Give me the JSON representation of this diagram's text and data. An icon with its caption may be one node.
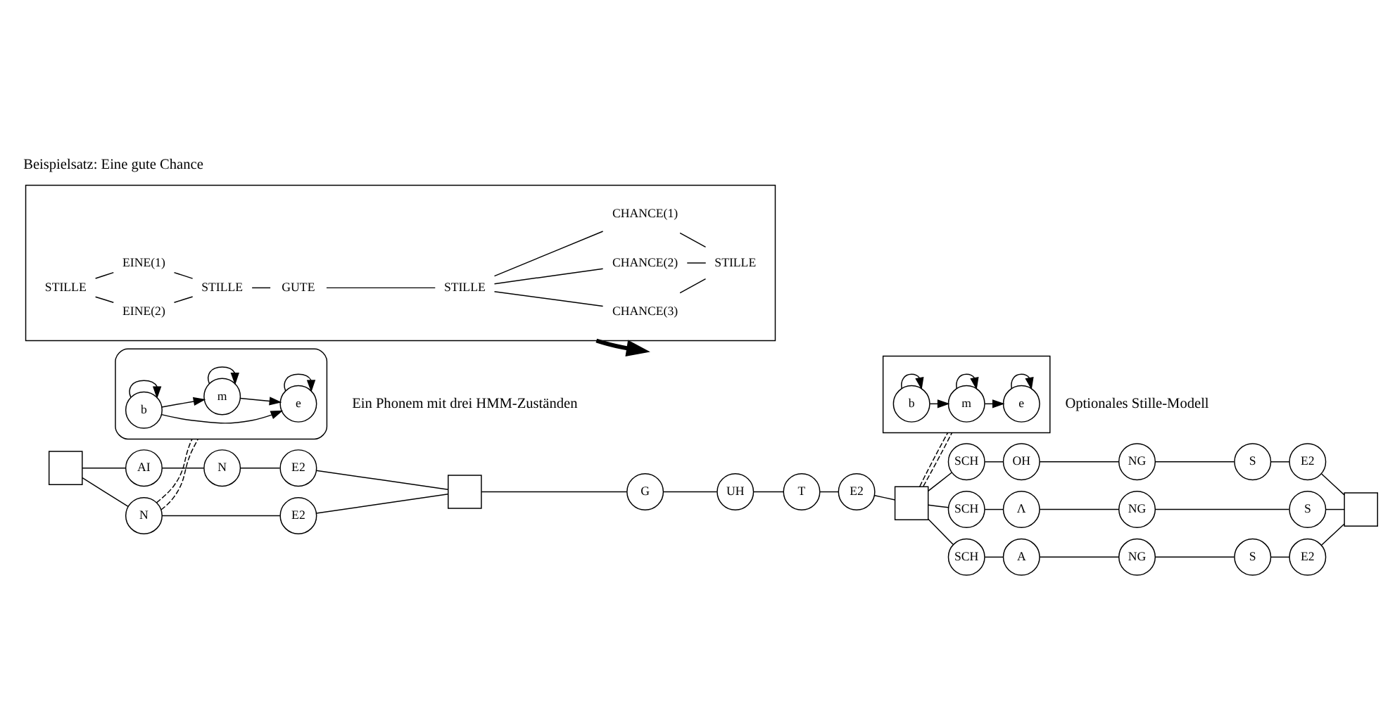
{
  "diagram": {
    "title": "Beispielsatz: Eine gute Chance",
    "nodes": [
      {
        "text": [],
        "shape": "box"
      },
      {
        "text": [
          "STILLE"
        ],
        "in": 0
      },
      {
        "text": [
          "EINE(1)"
        ],
        "in": 0
      },
      {
        "text": [
          "EINE(2)"
        ],
        "in": 0
      },
      {
        "text": [
          "STILLE"
        ],
        "in": 0
      },
      {
        "text": [
          "GUTE"
        ],
        "in": 0
      },
      {
        "text": [
          "STILLE"
        ],
        "in": 0
      },
      {
        "text": [
          "CHANCE(1)"
        ],
        "in": 0
      },
      {
        "text": [
          "CHANCE(2)"
        ],
        "in": 0
      },
      {
        "text": [
          "CHANCE(3)"
        ],
        "in": 0
      },
      {
        "text": [
          "STILLE"
        ],
        "in": 0
      },
      {
        "text": [],
        "shape": "box"
      },
      {
        "text": [
          "AI"
        ]
      },
      {
        "text": [
          "N"
        ]
      },
      {
        "text": [
          "E2"
        ]
      },
      {
        "text": [
          "N"
        ]
      },
      {
        "text": [
          "E2"
        ]
      },
      {
        "text": [],
        "shape": "box"
      },
      {
        "text": [
          "G"
        ]
      },
      {
        "text": [
          "UH"
        ]
      },
      {
        "text": [
          "T"
        ]
      },
      {
        "text": [
          "E2"
        ]
      },
      {
        "text": [],
        "shape": "box"
      },
      {
        "text": [
          "SCH"
        ]
      },
      {
        "text": [
          "OH"
        ]
      },
      {
        "text": [
          "NG"
        ]
      },
      {
        "text": [
          "S"
        ]
      },
      {
        "text": [
          "E2"
        ]
      },
      {
        "text": [
          "SCH"
        ]
      },
      {
        "text": [
          "Λ"
        ]
      },
      {
        "text": [
          "NG"
        ]
      },
      {
        "text": [
          "S"
        ]
      },
      {
        "text": [
          "SCH"
        ]
      },
      {
        "text": [
          "A"
        ]
      },
      {
        "text": [
          "NG"
        ]
      },
      {
        "text": [
          "S"
        ]
      },
      {
        "text": [
          "E2"
        ]
      },
      {
        "text": [],
        "shape": "box"
      },
      {
        "text": [],
        "shape": "box",
        "beside": [
          "Ein Phonem mit drei HMM-Zuständen"
        ]
      },
      {
        "text": [
          "b"
        ],
        "in": 38
      },
      {
        "text": [
          "m"
        ],
        "in": 38
      },
      {
        "text": [
          "e"
        ],
        "in": 38
      },
      {
        "text": [],
        "shape": "box",
        "beside": [
          "Optionales Stille-Modell"
        ]
      },
      {
        "text": [
          "b"
        ],
        "in": 42
      },
      {
        "text": [
          "m"
        ],
        "in": 42
      },
      {
        "text": [
          "e"
        ],
        "in": 42
      }
    ],
    "edges": [
      {
        "from": 1,
        "to": 2,
        "arrow": "none"
      },
      {
        "from": 1,
        "to": 3,
        "arrow": "none"
      },
      {
        "from": 2,
        "to": 4,
        "arrow": "none"
      },
      {
        "from": 3,
        "to": 4,
        "arrow": "none"
      },
      {
        "from": 4,
        "to": 5,
        "arrow": "none"
      },
      {
        "from": 5,
        "to": 6,
        "arrow": "none"
      },
      {
        "from": 6,
        "to": 7,
        "arrow": "none"
      },
      {
        "from": 6,
        "to": 8,
        "arrow": "none"
      },
      {
        "from": 6,
        "to": 9,
        "arrow": "none"
      },
      {
        "from": 7,
        "to": 10,
        "arrow": "none"
      },
      {
        "from": 8,
        "to": 10,
        "arrow": "none"
      },
      {
        "from": 9,
        "to": 10,
        "arrow": "none"
      },
      {
        "from": 0,
        "to": null,
        "arrow": "to",
        "style": "thick"
      },
      {
        "from": 11,
        "to": 12,
        "arrow": "none"
      },
      {
        "from": 12,
        "to": 13,
        "arrow": "none"
      },
      {
        "from": 13,
        "to": 14,
        "arrow": "none"
      },
      {
        "from": 14,
        "to": 17,
        "arrow": "none"
      },
      {
        "from": 11,
        "to": 15,
        "arrow": "none"
      },
      {
        "from": 15,
        "to": 16,
        "arrow": "none"
      },
      {
        "from": 16,
        "to": 17,
        "arrow": "none"
      },
      {
        "from": 17,
        "to": 18,
        "arrow": "none"
      },
      {
        "from": 18,
        "to": 19,
        "arrow": "none"
      },
      {
        "from": 19,
        "to": 20,
        "arrow": "none"
      },
      {
        "from": 20,
        "to": 21,
        "arrow": "none"
      },
      {
        "from": 21,
        "to": 22,
        "arrow": "none"
      },
      {
        "from": 22,
        "to": 23,
        "arrow": "none"
      },
      {
        "from": 23,
        "to": 24,
        "arrow": "none"
      },
      {
        "from": 24,
        "to": 25,
        "arrow": "none"
      },
      {
        "from": 25,
        "to": 26,
        "arrow": "none"
      },
      {
        "from": 26,
        "to": 27,
        "arrow": "none"
      },
      {
        "from": 27,
        "to": 37,
        "arrow": "none"
      },
      {
        "from": 22,
        "to": 28,
        "arrow": "none"
      },
      {
        "from": 28,
        "to": 29,
        "arrow": "none"
      },
      {
        "from": 29,
        "to": 30,
        "arrow": "none"
      },
      {
        "from": 30,
        "to": 31,
        "arrow": "none"
      },
      {
        "from": 31,
        "to": 37,
        "arrow": "none"
      },
      {
        "from": 22,
        "to": 32,
        "arrow": "none"
      },
      {
        "from": 32,
        "to": 33,
        "arrow": "none"
      },
      {
        "from": 33,
        "to": 34,
        "arrow": "none"
      },
      {
        "from": 34,
        "to": 35,
        "arrow": "none"
      },
      {
        "from": 35,
        "to": 36,
        "arrow": "none"
      },
      {
        "from": 36,
        "to": 37,
        "arrow": "none"
      },
      {
        "from": 15,
        "to": 38,
        "arrow": "none",
        "style": "dashed"
      },
      {
        "from": 15,
        "to": 38,
        "arrow": "none",
        "style": "dashed"
      },
      {
        "from": 39,
        "to": 39,
        "arrow": "to"
      },
      {
        "from": 39,
        "to": 40,
        "arrow": "to"
      },
      {
        "from": 40,
        "to": 40,
        "arrow": "to"
      },
      {
        "from": 40,
        "to": 41,
        "arrow": "to"
      },
      {
        "from": 39,
        "to": 41,
        "arrow": "to"
      },
      {
        "from": 41,
        "to": 41,
        "arrow": "to"
      },
      {
        "from": 22,
        "to": 42,
        "arrow": "none",
        "style": "dashed"
      },
      {
        "from": 22,
        "to": 42,
        "arrow": "none",
        "style": "dashed"
      },
      {
        "from": 43,
        "to": 43,
        "arrow": "to"
      },
      {
        "from": 43,
        "to": 44,
        "arrow": "to"
      },
      {
        "from": 44,
        "to": 44,
        "arrow": "to"
      },
      {
        "from": 44,
        "to": 45,
        "arrow": "to"
      },
      {
        "from": 45,
        "to": 45,
        "arrow": "to"
      }
    ]
  }
}
